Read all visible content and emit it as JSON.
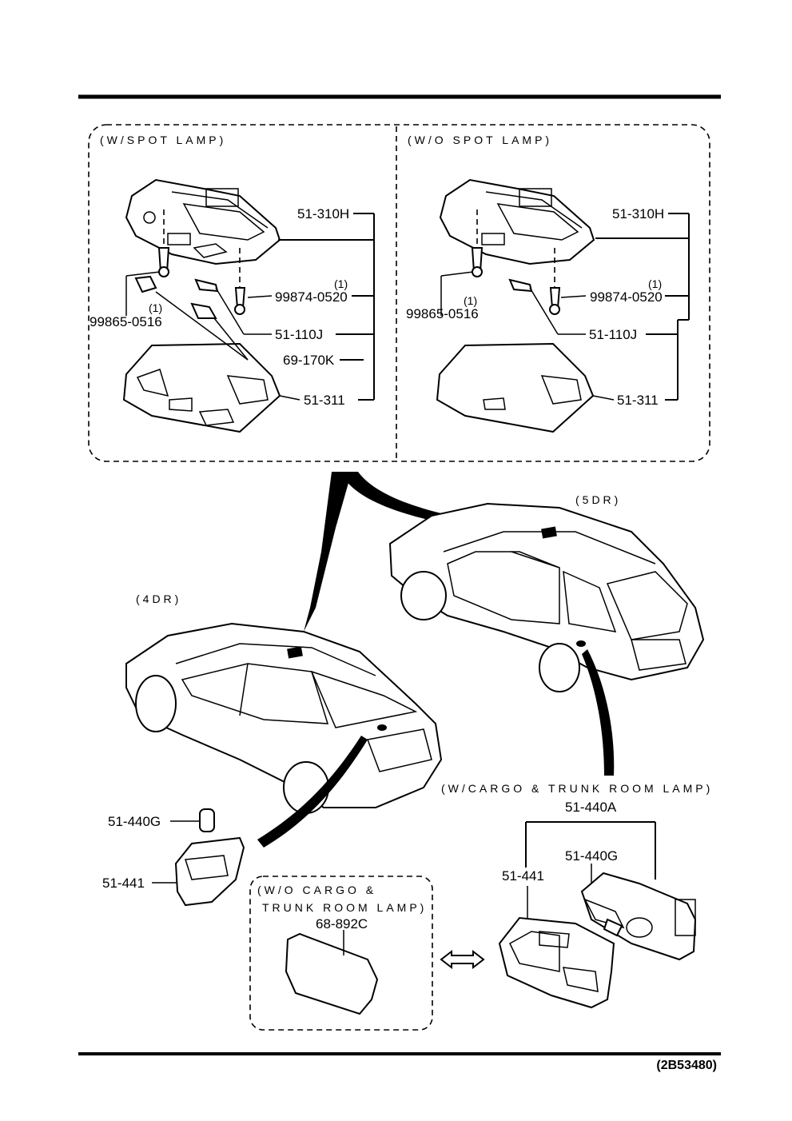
{
  "sections": {
    "with_spot": "(W/SPOT  LAMP)",
    "without_spot": "(W/O  SPOT  LAMP)",
    "five_door": "(5DR)",
    "four_door": "(4DR)",
    "with_cargo": "(W/CARGO & TRUNK ROOM LAMP)",
    "without_cargo_1": "(W/O  CARGO  &",
    "without_cargo_2": "TRUNK  ROOM  LAMP)"
  },
  "left_parts": {
    "p1": "51-310H",
    "p2": "99874-0520",
    "p2_qty": "(1)",
    "p3": "99865-0516",
    "p3_qty": "(1)",
    "p4": "51-110J",
    "p5": "69-170K",
    "p6": "51-311"
  },
  "right_parts": {
    "p1": "51-310H",
    "p2": "99874-0520",
    "p2_qty": "(1)",
    "p3": "99865-0516",
    "p3_qty": "(1)",
    "p4": "51-110J",
    "p6": "51-311"
  },
  "trunk_parts": {
    "bulb": "51-440G",
    "lens": "51-441",
    "assy": "51-440A",
    "bulb2": "51-440G",
    "lens2": "51-441",
    "cover": "68-892C"
  },
  "figure_ref": "(2B53480)"
}
